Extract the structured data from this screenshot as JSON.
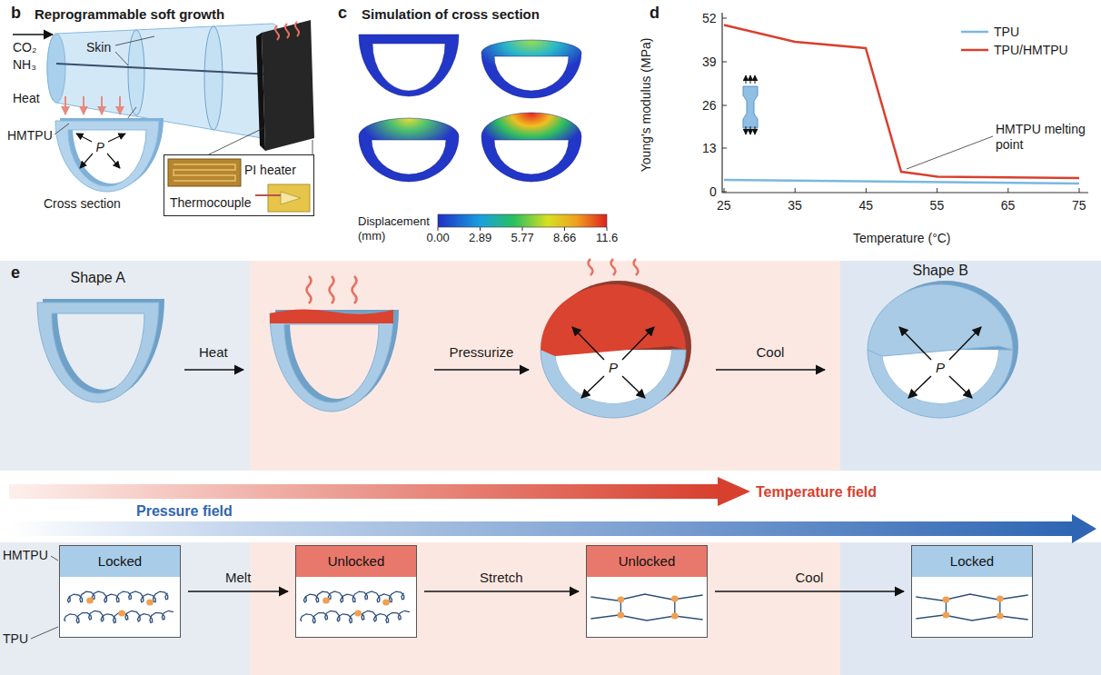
{
  "diagram": {
    "nodes": [
      {
        "text": [
          "PI heater",
          "Thermocouple"
        ]
      },
      {
        "text": [
          "Locked"
        ]
      },
      {
        "text": [
          "Unlocked"
        ]
      },
      {
        "text": [
          "Unlocked"
        ]
      },
      {
        "text": [
          "Locked"
        ]
      }
    ],
    "edges": [
      {
        "from": 1,
        "to": 2,
        "arrow": "to",
        "label": "Melt"
      },
      {
        "from": 2,
        "to": 3,
        "arrow": "to",
        "label": "Stretch"
      },
      {
        "from": 3,
        "to": 4,
        "arrow": "to",
        "label": "Cool"
      }
    ],
    "labels": [
      "b",
      "Reprogrammable soft growth",
      "CO₂",
      "NH₃",
      "Skin",
      "Heat",
      "P",
      "HMTPU",
      "Cross section",
      "c",
      "Simulation of cross section",
      "Displacement (mm)",
      "0.00",
      "2.89",
      "5.77",
      "8.66",
      "11.6",
      "d",
      "52",
      "39",
      "26",
      "13",
      "0",
      "25",
      "35",
      "45",
      "55",
      "65",
      "75",
      "Young's modulus (MPa)",
      "Temperature (°C)",
      "HMTPU melting point",
      "e",
      "Shape A",
      "Heat",
      "Pressurize",
      "P",
      "Cool",
      "P",
      "Shape B",
      "Temperature field",
      "Pressure field",
      "HMTPU",
      "TPU"
    ],
    "legend": [
      {
        "text": "TPU"
      },
      {
        "text": "TPU/HMTPU"
      }
    ]
  }
}
